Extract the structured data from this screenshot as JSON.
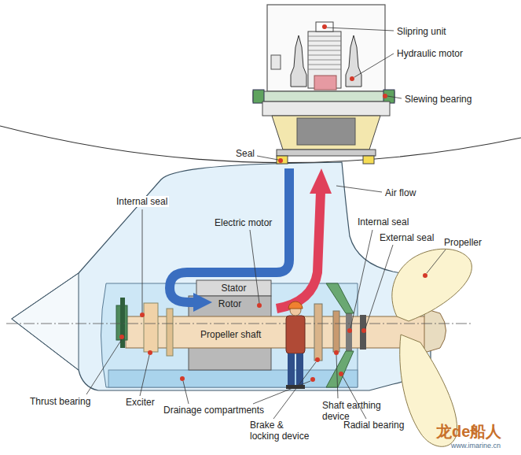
{
  "diagram": {
    "nodes": [
      {
        "text": [
          "Stator"
        ]
      },
      {
        "text": [
          "Rotor"
        ]
      },
      {
        "text": [
          "Propeller shaft"
        ]
      }
    ],
    "labels": [
      "Slipring unit",
      "Hydraulic motor",
      "Slewing bearing",
      "Seal",
      "Air flow",
      "Internal seal",
      "Electric motor",
      "Internal seal",
      "External seal",
      "Propeller",
      "Thrust bearing",
      "Exciter",
      "Drainage compartments",
      "Shaft earthing device",
      "Brake & locking device",
      "Radial bearing",
      "龙de船人",
      "www.imarine.cn"
    ]
  }
}
